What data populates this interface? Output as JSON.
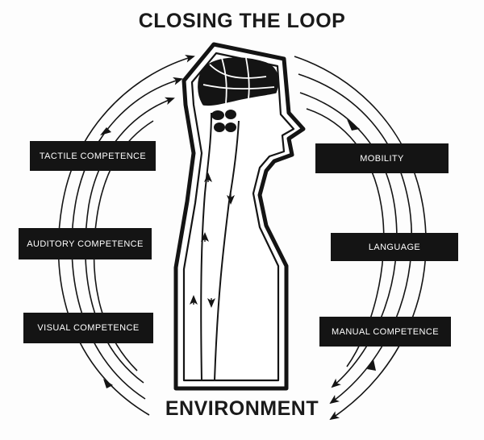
{
  "title": "CLOSING THE LOOP",
  "footer": "ENVIRONMENT",
  "left_labels": [
    "TACTILE COMPETENCE",
    "AUDITORY COMPETENCE",
    "VISUAL COMPETENCE"
  ],
  "right_labels": [
    "MOBILITY",
    "LANGUAGE",
    "MANUAL COMPETENCE"
  ],
  "colors": {
    "ink": "#141414",
    "paper": "#fdfdfd"
  }
}
